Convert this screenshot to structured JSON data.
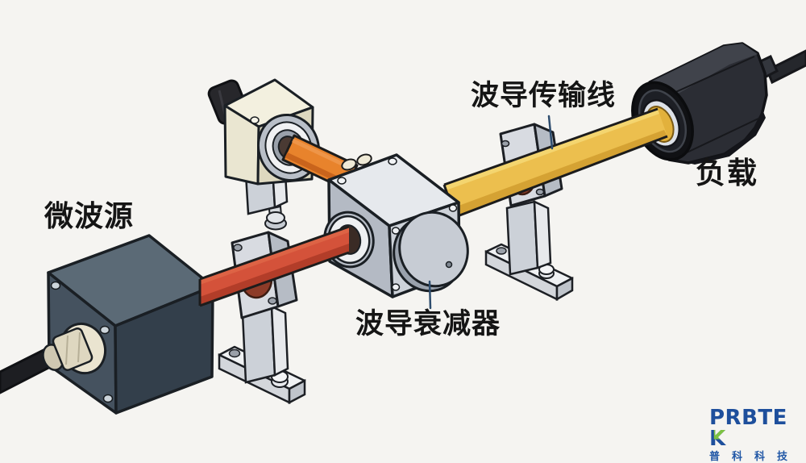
{
  "scene": {
    "background": "#f5f4f1",
    "labels": {
      "source": "微波源",
      "transmission_line": "波导传输线",
      "attenuator": "波导衰减器",
      "load": "负载"
    }
  },
  "logo": {
    "brand_prefix": "PRBTE",
    "brand_k": "K",
    "subtext": "普科科技",
    "blue": "#1e4f9c",
    "green": "#7dc242"
  },
  "colors": {
    "waveguide_red": "#d4523a",
    "waveguide_orange": "#e8832c",
    "waveguide_yellow": "#ecbf4e",
    "leader_line": "#2e4d6e",
    "label_text": "#151515"
  }
}
